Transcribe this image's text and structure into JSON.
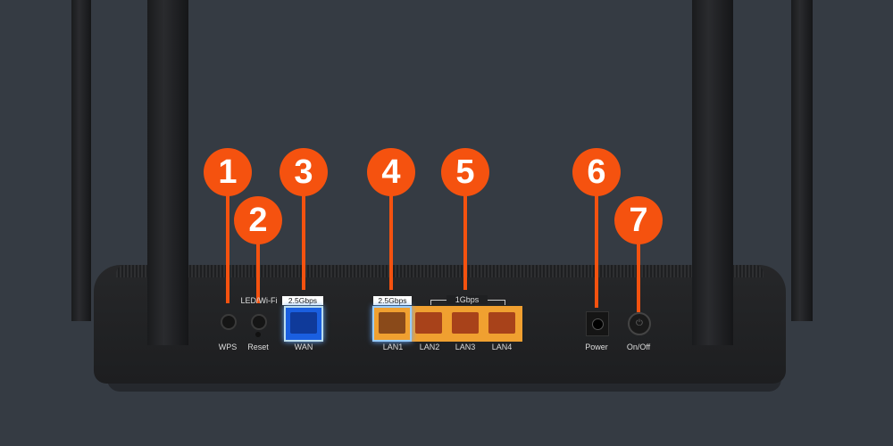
{
  "callouts": [
    "1",
    "2",
    "3",
    "4",
    "5",
    "6",
    "7"
  ],
  "labels": {
    "led_wifi": "LED/Wi-Fi",
    "wps": "WPS",
    "reset": "Reset",
    "wan": "WAN",
    "lan1": "LAN1",
    "lan2": "LAN2",
    "lan3": "LAN3",
    "lan4": "LAN4",
    "power": "Power",
    "onoff": "On/Off"
  },
  "speeds": {
    "wan": "2.5Gbps",
    "lan1": "2.5Gbps",
    "lan2_4": "1Gbps"
  },
  "colors": {
    "callout": "#f5520f",
    "wan": "#1a5fe0",
    "lan": "#f0a030",
    "background": "#353b43"
  }
}
